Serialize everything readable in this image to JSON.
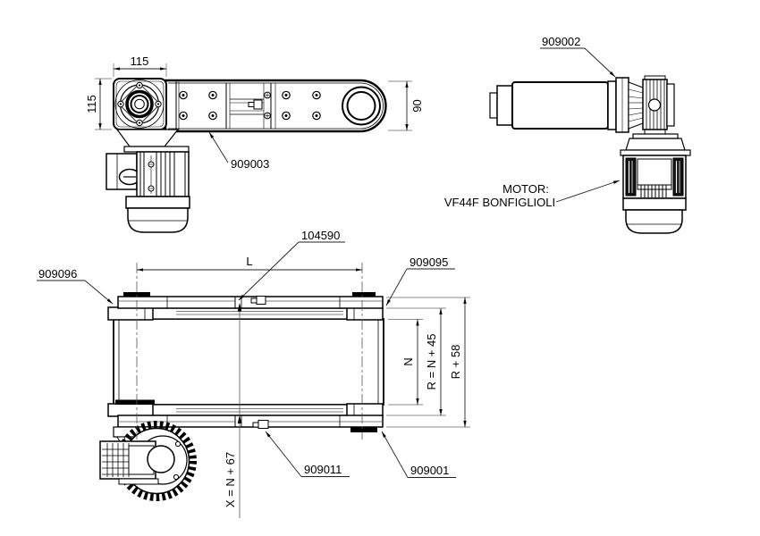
{
  "drawing": {
    "background": "#ffffff",
    "line_color": "#000000",
    "views": {
      "drive_head_front": {
        "dim_width": "115",
        "dim_height": "115",
        "dim_arm_height": "90",
        "callout_arm": "909003"
      },
      "roller_drive_side": {
        "callout_coupling": "909002",
        "motor_note_line1": "MOTOR:",
        "motor_note_line2": "VF44F BONFIGLIOLI"
      },
      "conveyor_plan": {
        "dim_length": "L",
        "dim_inner_width": "N",
        "dim_roller_width": "R = N + 45",
        "dim_frame_width": "R + 58",
        "dim_overall_width": "X = N + 67",
        "callout_left_end": "909096",
        "callout_assembly": "104590",
        "callout_right_top": "909095",
        "callout_pin": "909011",
        "callout_right_bottom": "909001"
      }
    }
  }
}
